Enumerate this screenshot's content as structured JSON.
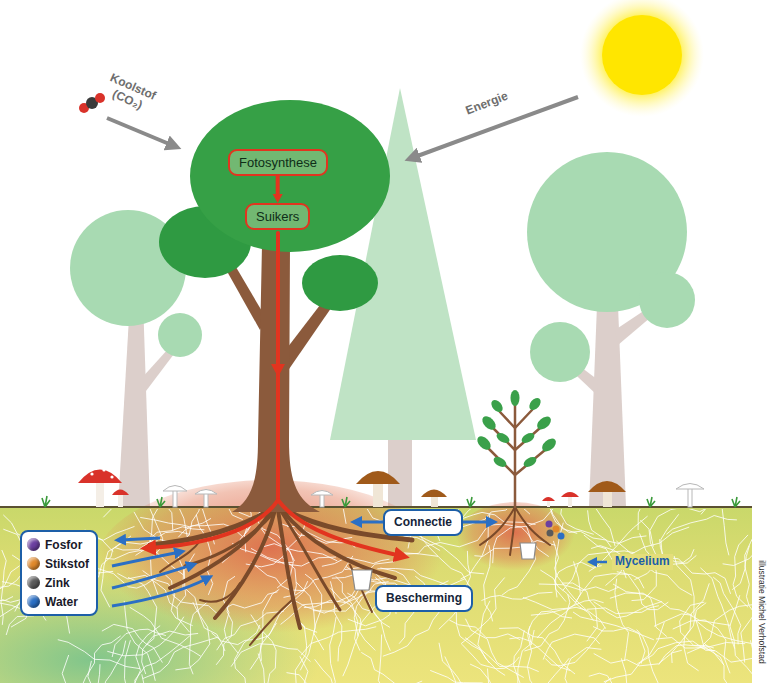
{
  "diagram": {
    "nodes": [
      {
        "text": [
          "Fotosynthese"
        ]
      },
      {
        "text": [
          "Suikers"
        ]
      },
      {
        "text": [
          "Connectie"
        ]
      },
      {
        "text": [
          "Bescherming"
        ]
      }
    ],
    "edges": [
      {
        "from": 0,
        "to": 1,
        "arrow": "to"
      }
    ],
    "labels": [
      "Koolstof (CO₂)",
      "Energie",
      "Mycelium",
      "illustratie Michel Verhofstad"
    ],
    "legend": [
      {
        "text": "Fosfor",
        "color": "#6b3fa0"
      },
      {
        "text": "Stikstof",
        "color": "#e0892b"
      },
      {
        "text": "Zink",
        "color": "#5a5a5a"
      },
      {
        "text": "Water",
        "color": "#2b6fc4"
      }
    ]
  }
}
